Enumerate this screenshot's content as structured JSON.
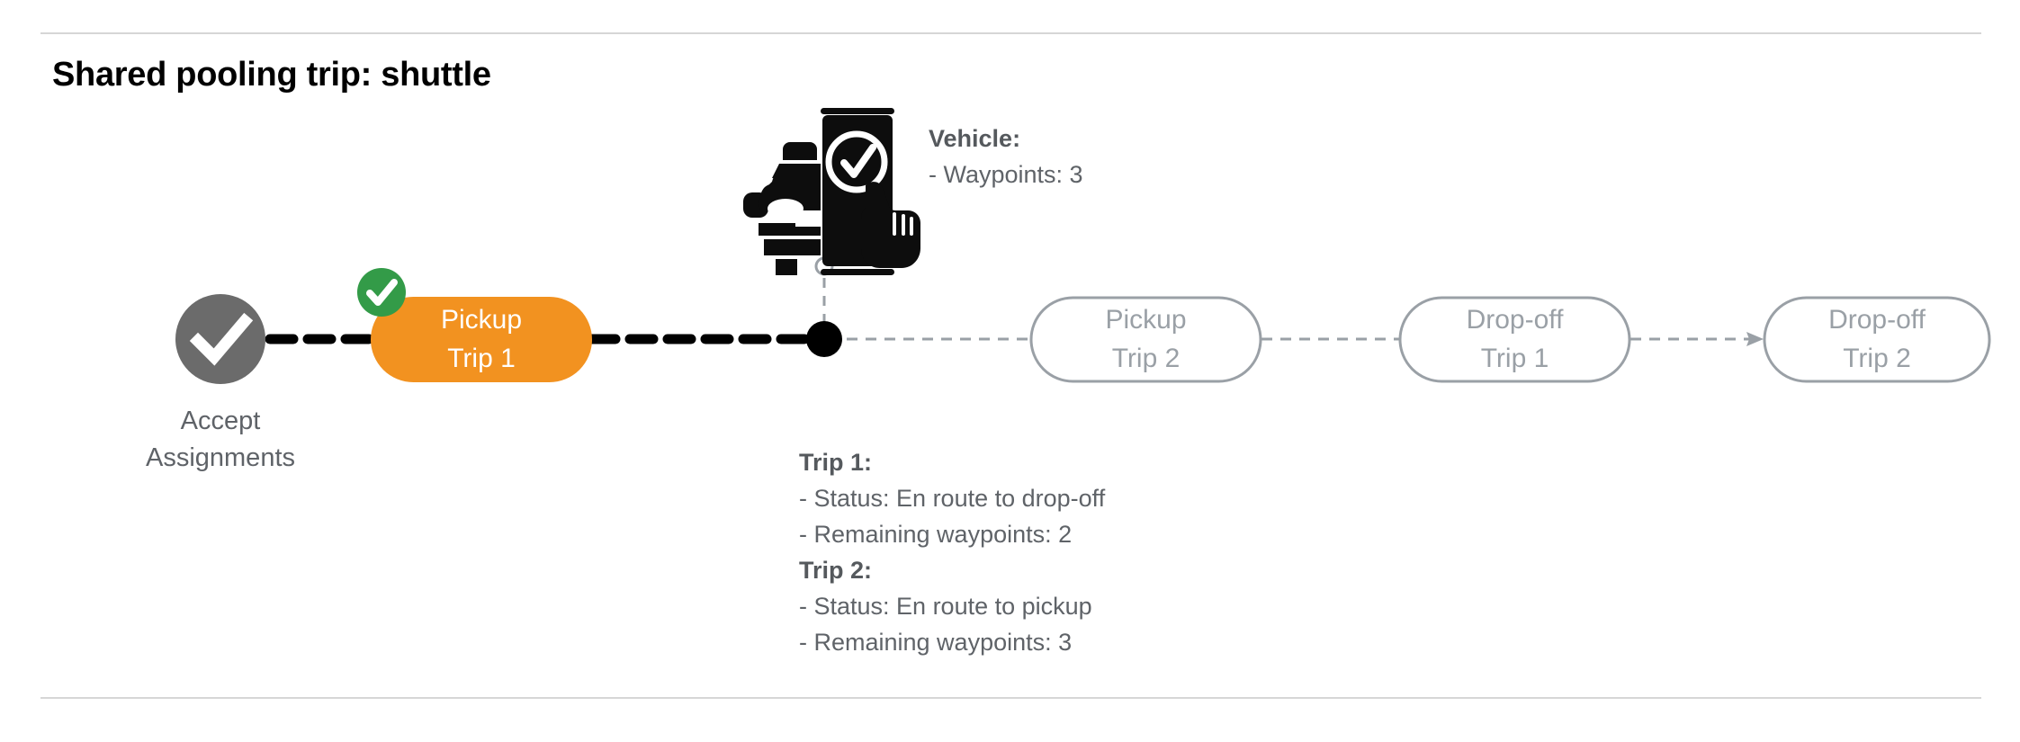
{
  "page": {
    "title": "Shared pooling trip: shuttle"
  },
  "colors": {
    "active_node": "#F29220",
    "check_badge": "#339B48",
    "completed_node": "#6B6B6B",
    "inactive_stroke": "#9AA0A6",
    "inactive_text": "#9AA0A6",
    "body_text": "#5F6368",
    "divider": "#D6D6D6",
    "connector_done": "#000000",
    "connector_pending": "#9AA0A6"
  },
  "vehicle_panel": {
    "heading": "Vehicle:",
    "lines": [
      "- Waypoints: 3"
    ]
  },
  "trip_panel": {
    "groups": [
      {
        "heading": "Trip 1:",
        "lines": [
          "- Status:  En route to drop-off",
          "- Remaining waypoints: 2"
        ]
      },
      {
        "heading": "Trip 2:",
        "lines": [
          "- Status:  En route to pickup",
          "- Remaining waypoints: 3"
        ]
      }
    ]
  },
  "flow": {
    "start_node": {
      "icon": "check-circle-icon",
      "label_line1": "Accept",
      "label_line2": "Assignments",
      "state": "completed"
    },
    "nodes": [
      {
        "id": "pickup-trip-1",
        "line1": "Pickup",
        "line2": "Trip 1",
        "state": "active",
        "badge": "check-badge-icon"
      },
      {
        "id": "pickup-trip-2",
        "line1": "Pickup",
        "line2": "Trip 2",
        "state": "pending",
        "badge": null
      },
      {
        "id": "dropoff-trip-1",
        "line1": "Drop-off",
        "line2": "Trip 1",
        "state": "pending",
        "badge": null
      },
      {
        "id": "dropoff-trip-2",
        "line1": "Drop-off",
        "line2": "Trip 2",
        "state": "pending",
        "badge": null
      }
    ],
    "vehicle_marker": {
      "icon": "vehicle-phone-check-icon",
      "position_marker": "current-position-dot"
    }
  }
}
